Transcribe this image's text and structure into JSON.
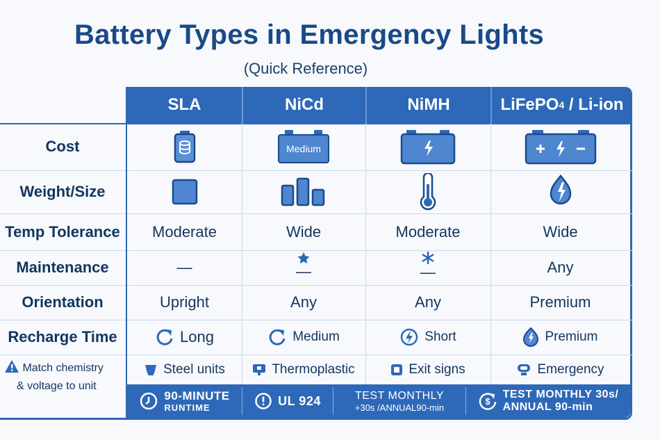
{
  "title": "Battery Types in Emergency Lights",
  "subtitle": "(Quick Reference)",
  "columns": [
    "SLA",
    "NiCd",
    "NiMH",
    "LiFePO",
    "4",
    "/ Li-ion"
  ],
  "rows": {
    "cost": {
      "label": "Cost",
      "nicd_badge": "Medium"
    },
    "weight": {
      "label": "Weight/Size"
    },
    "temp": {
      "label": "Temp Tolerance",
      "values": [
        "Moderate",
        "Wide",
        "Moderate",
        "Wide"
      ]
    },
    "maintenance": {
      "label": "Maintenance",
      "values": [
        "—",
        "—",
        "—",
        "Any"
      ]
    },
    "orientation": {
      "label": "Orientation",
      "values": [
        "Upright",
        "Any",
        "Any",
        "Premium"
      ]
    },
    "recharge": {
      "label": "Recharge Time",
      "values": [
        "Long",
        "Medium",
        "Short",
        "Premium"
      ]
    },
    "application": {
      "values": [
        "Steel units",
        "Thermoplastic",
        "Exit signs",
        "Emergency"
      ]
    }
  },
  "note": {
    "line1": "Match chemistry",
    "line2": "& voltage to unit"
  },
  "footer": {
    "f1_line1": "90-MINUTE",
    "f1_line2": "RUNTIME",
    "f2": "UL 924",
    "f3_line1": "TEST MONTHLY",
    "f3_line2": "+30s /ANNUAL90-min",
    "f4_line1": "TEST MONTHLY 30s/",
    "f4_line2": "ANNUAL 90-min"
  },
  "colors": {
    "accent": "#2e68b8",
    "text": "#13355f",
    "title": "#1a4a86"
  },
  "icons": [
    "battery-cylinder-icon",
    "battery-medium-icon",
    "battery-bolt-icon",
    "battery-plus-minus-icon",
    "square-icon",
    "bar-chart-icon",
    "thermometer-icon",
    "flame-icon",
    "star-icon",
    "asterisk-icon",
    "refresh-icon",
    "bolt-circle-icon",
    "bolt-bulb-icon",
    "warning-icon",
    "cup-icon",
    "monitor-icon",
    "exit-sign-icon",
    "emergency-light-icon",
    "clock-icon",
    "alert-circle-icon",
    "dollar-cycle-icon"
  ]
}
